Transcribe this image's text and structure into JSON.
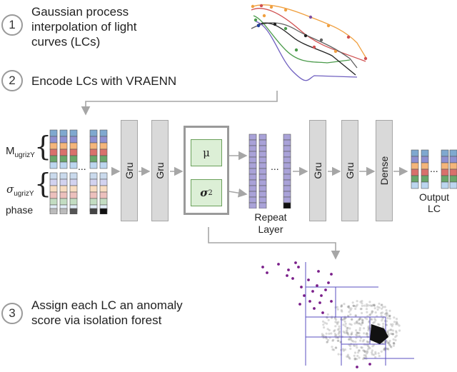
{
  "steps": [
    {
      "number": "1",
      "lines": [
        "Gaussian process",
        "interpolation of light",
        "curves (LCs)"
      ]
    },
    {
      "number": "2",
      "lines": [
        "Encode LCs with VRAENN"
      ]
    },
    {
      "number": "3",
      "lines": [
        "Assign each LC an anomaly",
        "score via isolation forest"
      ]
    }
  ],
  "network": {
    "m_label": "M",
    "m_sub": "ugrizY",
    "sigma_label": "σ",
    "sigma_sub": "ugrizY",
    "phase_label": "phase",
    "gru_label": "Gru",
    "mu_label": "μ",
    "sigma2_base": "σ",
    "sigma2_sup": "2",
    "ellipsis": "...",
    "repeat_label": [
      "Repeat",
      "Layer"
    ],
    "dense_label": "Dense",
    "output_label": [
      "Output",
      "LC"
    ]
  },
  "colors": {
    "arrow": "#a6a6a6",
    "bands": [
      "#7fa8cf",
      "#8f8fd0",
      "#f4b57a",
      "#d9706c",
      "#6aa66a",
      "#bcd6ef"
    ],
    "band_faded": [
      "#c9d9ec",
      "#d2d2ef",
      "#f8dcc0",
      "#ecc0bd",
      "#c2dcc2",
      "#e2edf8"
    ],
    "latent_cell": "#a9a2d8",
    "anomaly_point": "#7a1f8a"
  }
}
